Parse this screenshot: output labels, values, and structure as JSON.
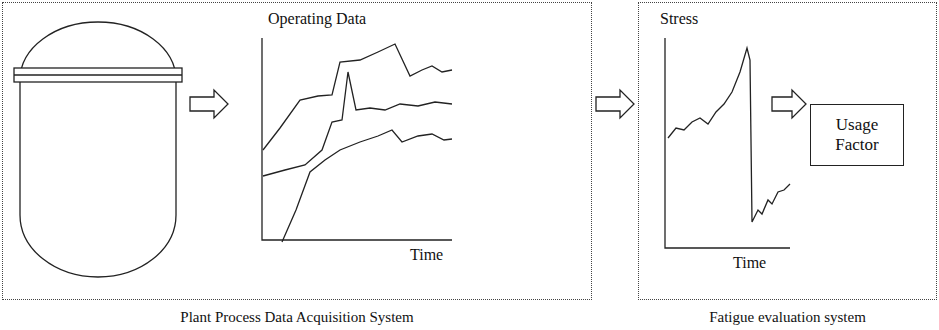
{
  "diagram": {
    "nodes": [
      {
        "text": [
          "Plant Process Data Acquisition System"
        ]
      },
      {
        "text": [
          "Fatigue evaluation system"
        ]
      },
      {
        "text": [
          "Usage Factor"
        ],
        "in": 1
      }
    ],
    "edges": [
      {
        "from": 0,
        "to": 1,
        "arrow": "to"
      }
    ],
    "labels": [
      "Operating Data",
      "Time",
      "Stress",
      "Time"
    ]
  }
}
